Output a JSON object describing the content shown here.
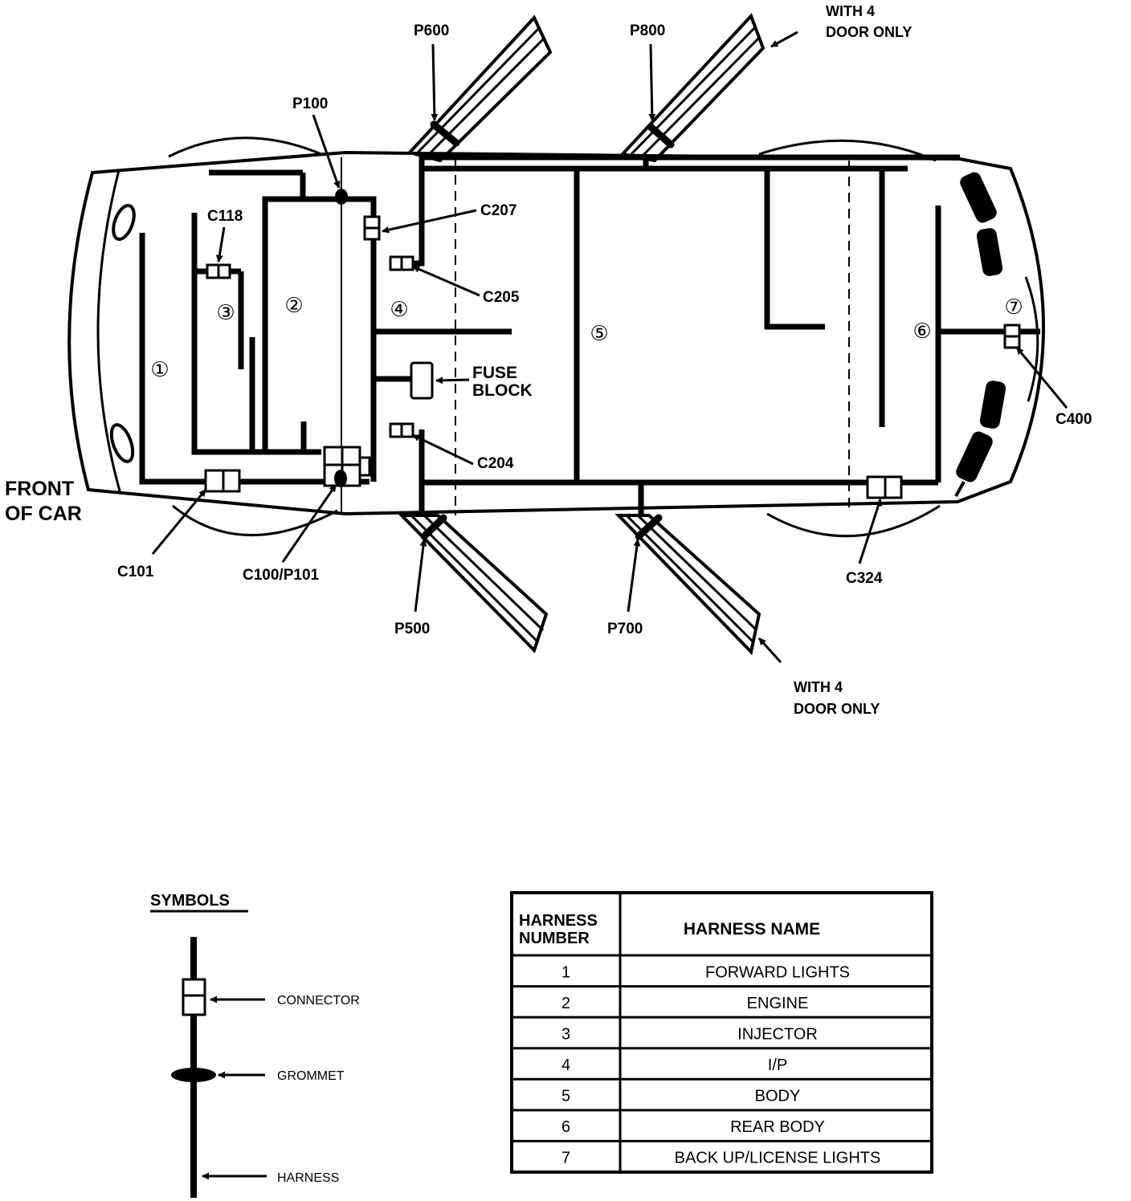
{
  "labels": {
    "p600": "P600",
    "p800": "P800",
    "with4_top_line1": "WITH 4",
    "with4_top_line2": "DOOR ONLY",
    "p100": "P100",
    "c118": "C118",
    "c207": "C207",
    "c205": "C205",
    "fuse_line1": "FUSE",
    "fuse_line2": "BLOCK",
    "c204": "C204",
    "c400": "C400",
    "front_line1": "FRONT",
    "front_line2": "OF CAR",
    "c101": "C101",
    "c100p101": "C100/P101",
    "c324": "C324",
    "p500": "P500",
    "p700": "P700",
    "with4_bot_line1": "WITH 4",
    "with4_bot_line2": "DOOR ONLY"
  },
  "harness_markers": [
    "①",
    "②",
    "③",
    "④",
    "⑤",
    "⑥",
    "⑦"
  ],
  "symbols": {
    "title": "SYMBOLS",
    "connector": "CONNECTOR",
    "grommet": "GROMMET",
    "harness": "HARNESS"
  },
  "harness_table": {
    "header_number_line1": "HARNESS",
    "header_number_line2": "NUMBER",
    "header_name": "HARNESS NAME",
    "rows": [
      {
        "number": "1",
        "name": "FORWARD LIGHTS"
      },
      {
        "number": "2",
        "name": "ENGINE"
      },
      {
        "number": "3",
        "name": "INJECTOR"
      },
      {
        "number": "4",
        "name": "I/P"
      },
      {
        "number": "5",
        "name": "BODY"
      },
      {
        "number": "6",
        "name": "REAR BODY"
      },
      {
        "number": "7",
        "name": "BACK UP/LICENSE LIGHTS"
      }
    ]
  }
}
